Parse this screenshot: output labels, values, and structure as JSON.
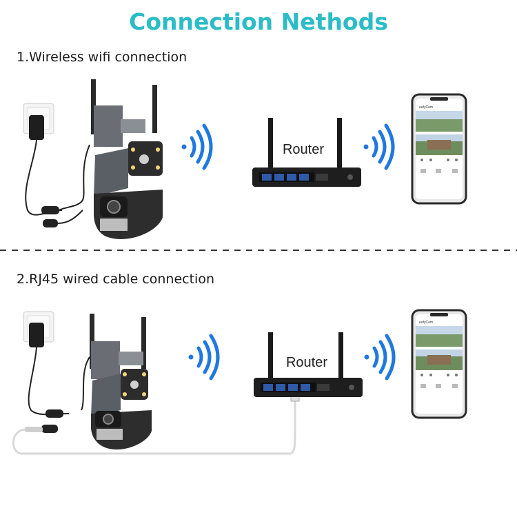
{
  "title": "Connection Nethods",
  "sections": [
    {
      "label": "1.Wireless wifi connection",
      "router_label": "Router"
    },
    {
      "label": "2.RJ45 wired cable connection",
      "router_label": "Router"
    }
  ],
  "phone": {
    "app_name": "eufyCam"
  },
  "colors": {
    "title": "#2bbcc7",
    "wifi": "#1f78e0",
    "camera_body": "#5a5f66"
  }
}
